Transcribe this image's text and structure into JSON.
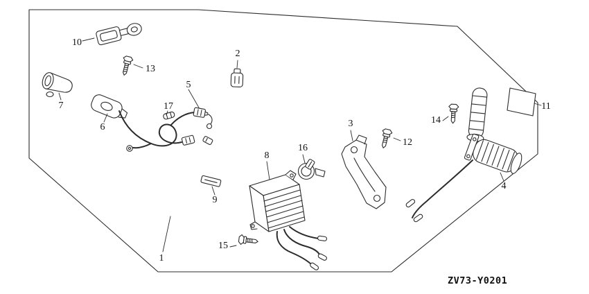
{
  "diagram": {
    "code": "ZV73-Y0201",
    "callouts": [
      "1",
      "2",
      "3",
      "4",
      "5",
      "6",
      "7",
      "8",
      "9",
      "10",
      "11",
      "12",
      "13",
      "14",
      "15",
      "16",
      "17"
    ]
  }
}
